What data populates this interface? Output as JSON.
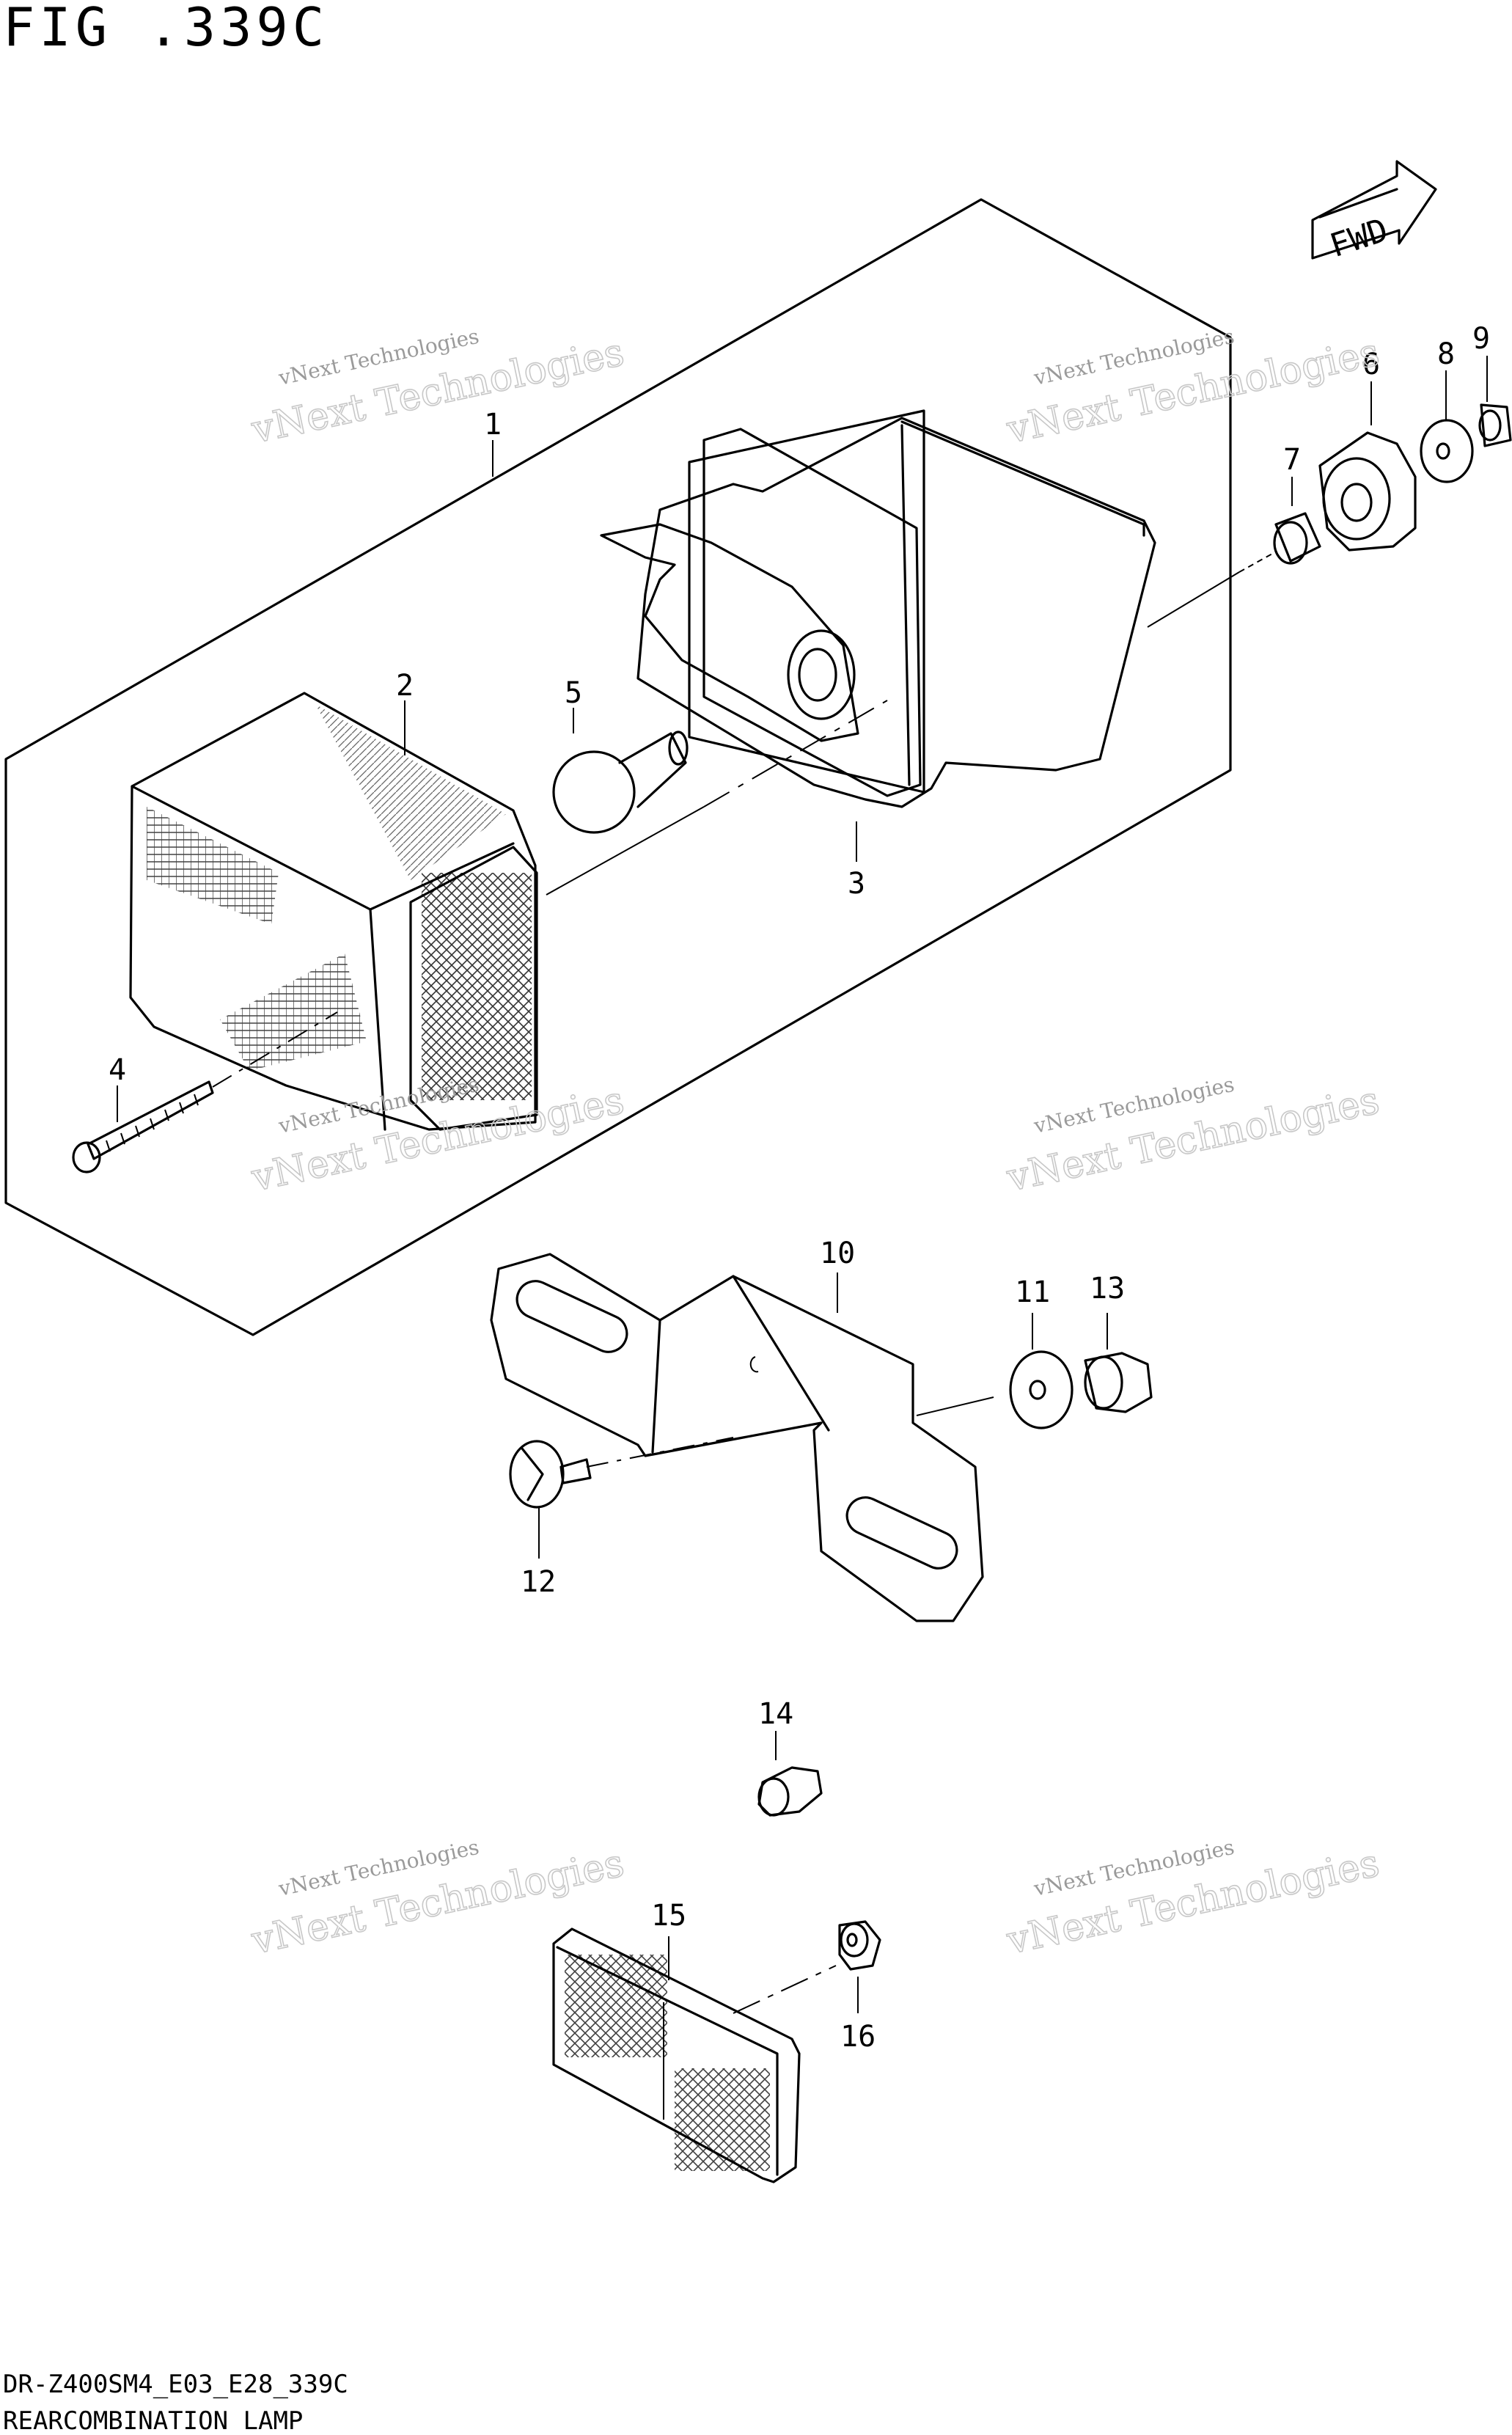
{
  "figure_title": "FIG .339C",
  "model_code": "DR-Z400SM4_E03_E28_339C",
  "figure_caption": "REARCOMBINATION LAMP",
  "fwd_label": "FWD",
  "watermark": {
    "line1": "vNext Technologies",
    "line2": "vNext Technologies"
  },
  "part_numbers": [
    "1",
    "2",
    "3",
    "4",
    "5",
    "6",
    "7",
    "8",
    "9",
    "10",
    "11",
    "12",
    "13",
    "14",
    "15",
    "16"
  ]
}
